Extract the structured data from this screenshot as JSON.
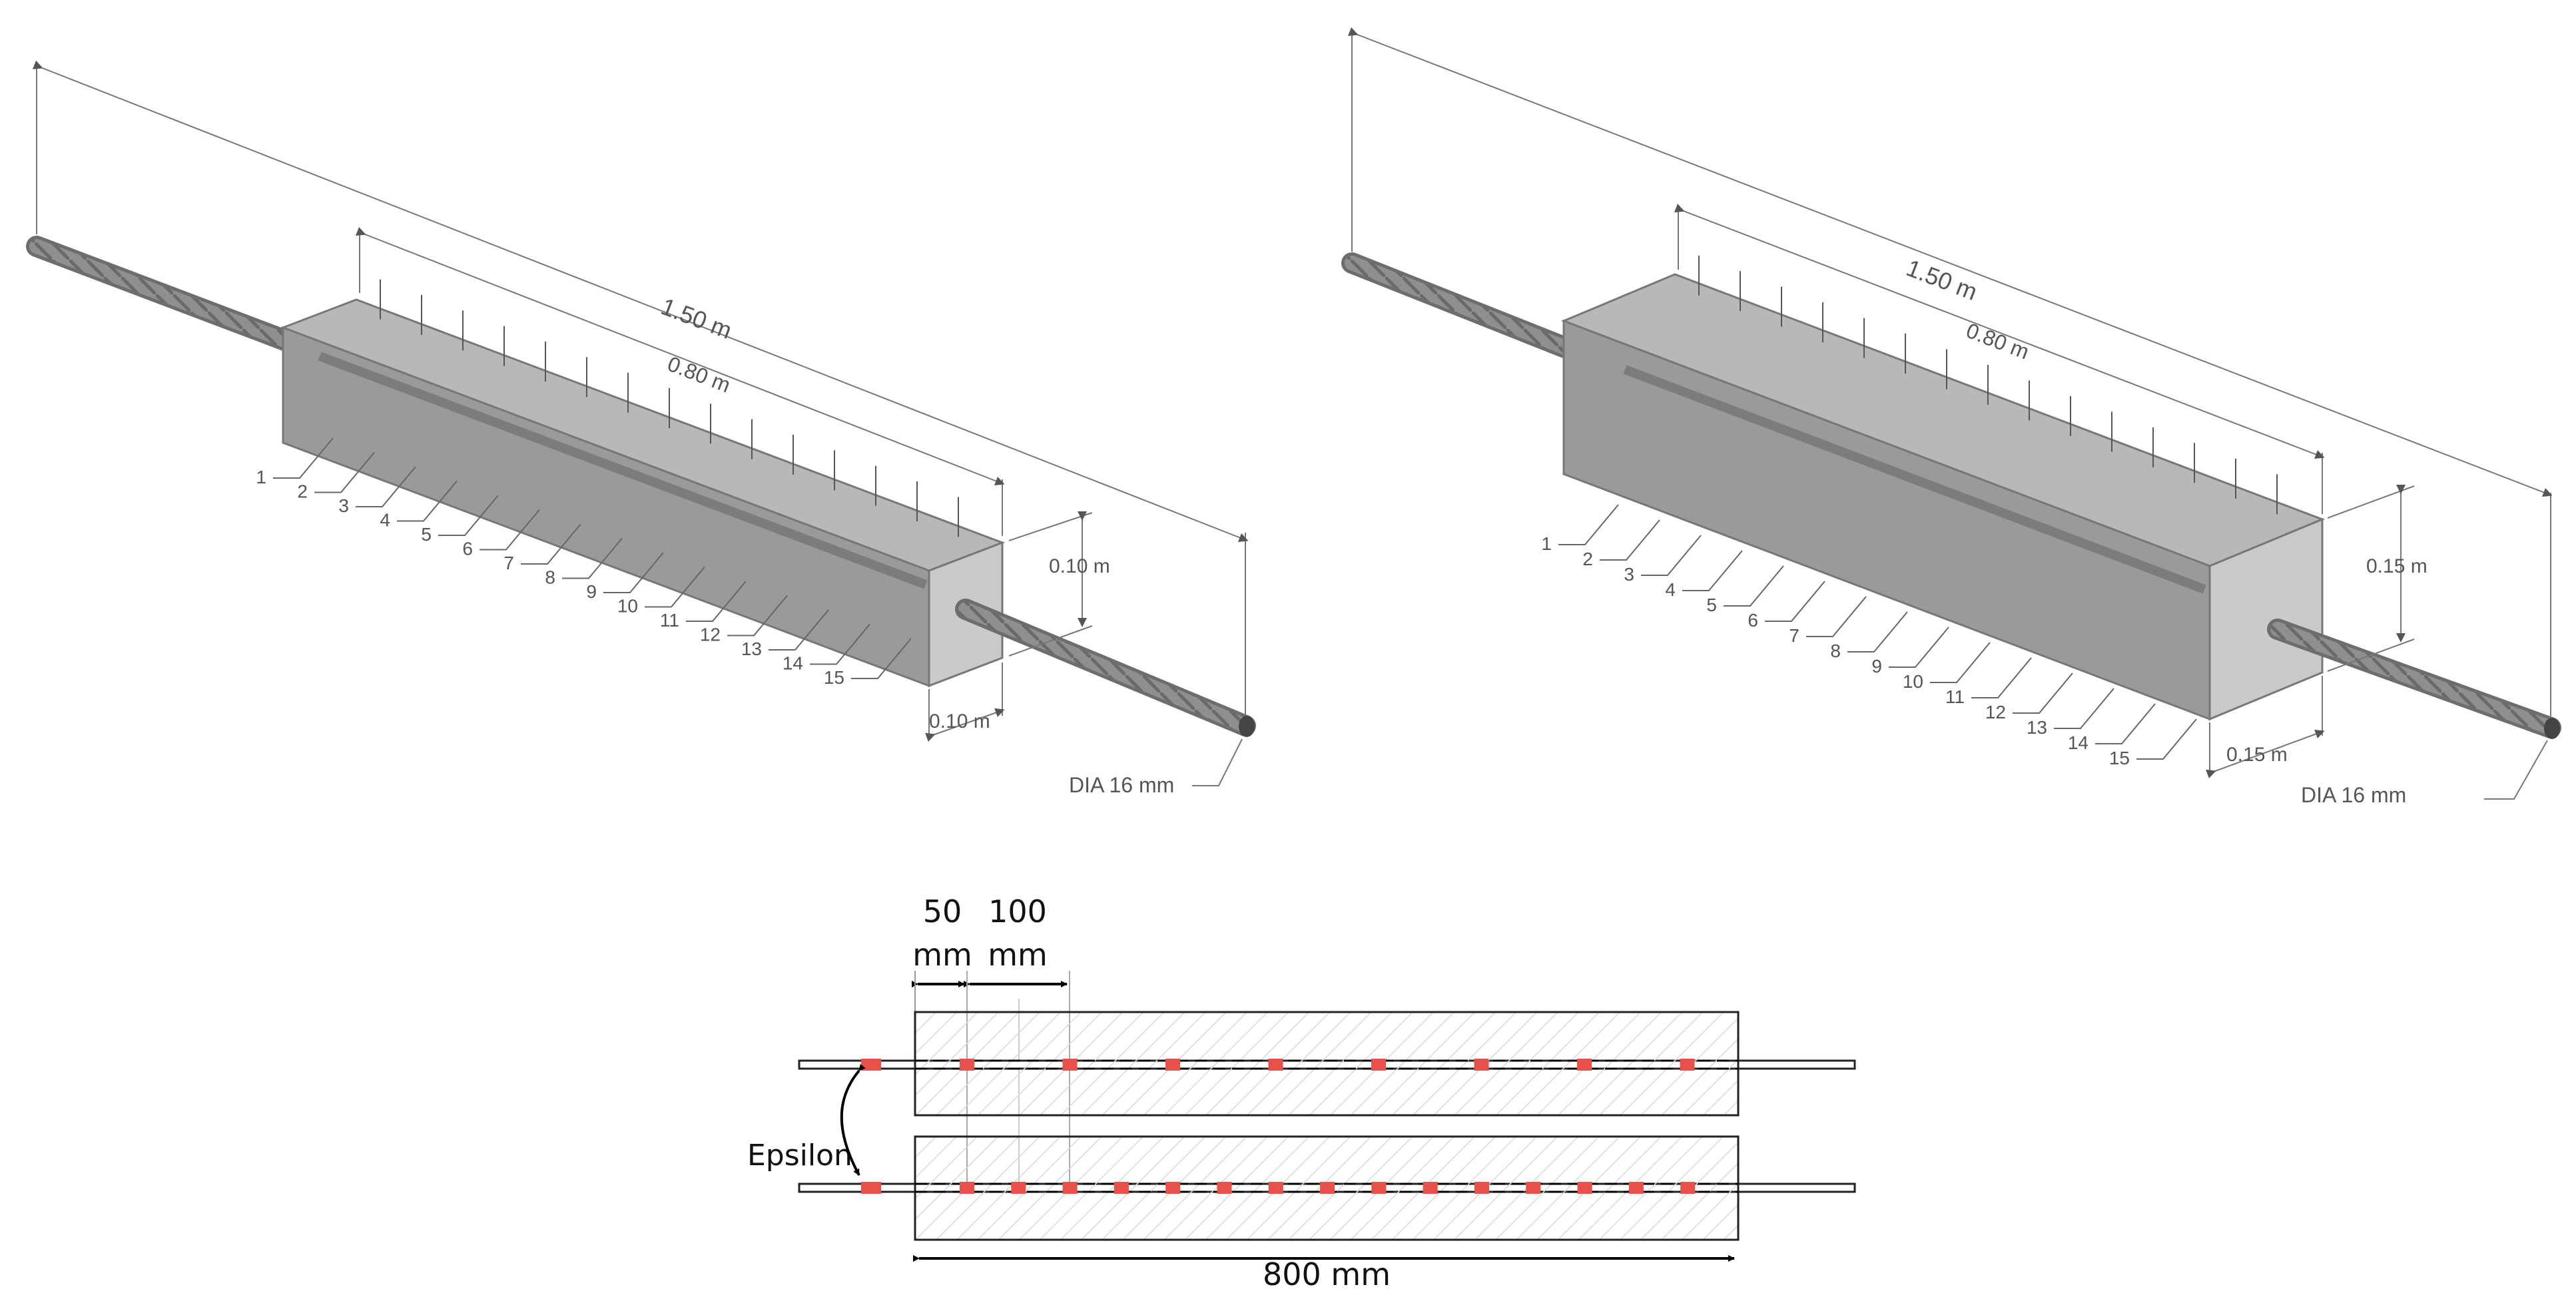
{
  "left_specimen": {
    "overall_length": "1.50 m",
    "bonded_length": "0.80 m",
    "height": "0.10 m",
    "width": "0.10 m",
    "bar_diameter": "DIA 16 mm",
    "sensor_numbers": [
      "1",
      "2",
      "3",
      "4",
      "5",
      "6",
      "7",
      "8",
      "9",
      "10",
      "11",
      "12",
      "13",
      "14",
      "15"
    ]
  },
  "right_specimen": {
    "overall_length": "1.50 m",
    "bonded_length": "0.80 m",
    "height": "0.15 m",
    "width": "0.15 m",
    "bar_diameter": "DIA 16 mm",
    "sensor_numbers": [
      "1",
      "2",
      "3",
      "4",
      "5",
      "6",
      "7",
      "8",
      "9",
      "10",
      "11",
      "12",
      "13",
      "14",
      "15"
    ]
  },
  "schematic": {
    "first_spacing": {
      "value": "50",
      "unit": "mm"
    },
    "second_spacing": {
      "value": "100",
      "unit": "mm"
    },
    "total_length": "800 mm",
    "sensor_label": "Epsilon",
    "top_row_sensor_count": 8,
    "bottom_row_sensor_count": 15
  },
  "colors": {
    "concrete_top": "#b5b5b5",
    "concrete_front": "#9c9c9c",
    "concrete_end": "#c9c9c9",
    "rebar": "#8a8a8a",
    "dimension_line": "#666666",
    "sensor": "#e8504a",
    "block_outline": "#222222",
    "hatch": "#d6d6d6"
  }
}
